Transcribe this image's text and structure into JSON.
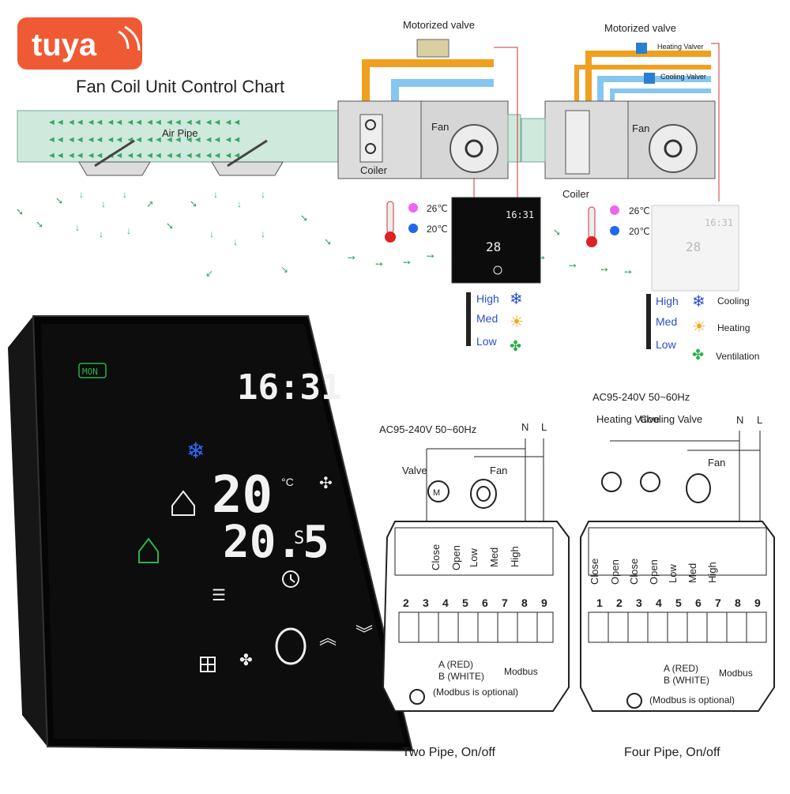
{
  "brand": {
    "name": "tuya",
    "color": "#ef5a35"
  },
  "top": {
    "title": "Fan Coil Unit Control Chart",
    "air_pipe": "Air Pipe",
    "left_unit": {
      "valve_label": "Motorized valve",
      "fan": "Fan",
      "coiler": "Coiler"
    },
    "right_unit": {
      "valve_label": "Motorized valve",
      "heating_valve": "Heating Valver",
      "cooling_valve": "Cooling Valver",
      "fan": "Fan",
      "coiler": "Coiler"
    },
    "temps": {
      "hot": "26℃",
      "cold": "20℃"
    },
    "speeds": {
      "high": "High",
      "med": "Med",
      "low": "Low"
    },
    "modes": {
      "cooling": "Cooling",
      "heating": "Heating",
      "ventilation": "Ventilation"
    },
    "mini_display": {
      "time": "16:31",
      "temp": "28"
    }
  },
  "device": {
    "mon": "MON",
    "time": "16:31",
    "temp_top": "20",
    "temp_bottom": "20.5",
    "unit_c": "°C",
    "unit_s": "S"
  },
  "two_pipe": {
    "supply": "AC95-240V  50~60Hz",
    "n": "N",
    "l": "L",
    "valve": "Valve",
    "fan": "Fan",
    "slots": [
      "Close",
      "Open",
      "Low",
      "Med",
      "High"
    ],
    "terminals": [
      "2",
      "3",
      "4",
      "5",
      "6",
      "7",
      "8",
      "9"
    ],
    "modbus_a": "A (RED)",
    "modbus_b": "B (WHITE)",
    "modbus": "Modbus",
    "modbus_note": "(Modbus is optional)",
    "caption": "Two Pipe, On/off"
  },
  "four_pipe": {
    "supply": "AC95-240V  50~60Hz",
    "heating_valve": "Heating Valve",
    "cooling_valve": "Cooling Valve",
    "n": "N",
    "l": "L",
    "fan": "Fan",
    "slots": [
      "Close",
      "Open",
      "Close",
      "Open",
      "Low",
      "Med",
      "High"
    ],
    "terminals": [
      "1",
      "2",
      "3",
      "4",
      "5",
      "6",
      "7",
      "8",
      "9"
    ],
    "modbus_a": "A (RED)",
    "modbus_b": "B (WHITE)",
    "modbus": "Modbus",
    "modbus_note": "(Modbus is optional)",
    "caption": "Four Pipe, On/off"
  }
}
